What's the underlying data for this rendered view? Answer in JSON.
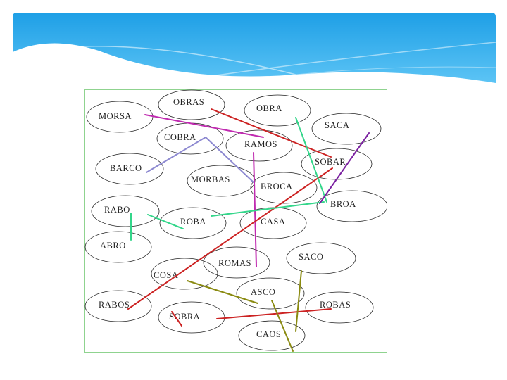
{
  "slide": {
    "banner_color": "#2aa8e8"
  },
  "words": {
    "morsa": "MORSA",
    "obras": "OBRAS",
    "obra": "OBRA",
    "saca": "SACA",
    "cobra": "COBRA",
    "ramos": "RAMOS",
    "sobar": "SOBAR",
    "barco": "BARCO",
    "morbas": "MORBAS",
    "broca": "BROCA",
    "broa": "BROA",
    "rabo": "RABO",
    "roba": "ROBA",
    "casa": "CASA",
    "abro": "ABRO",
    "saco": "SACO",
    "romas": "ROMAS",
    "cosa": "COSA",
    "asco": "ASCO",
    "rabos": "RABOS",
    "robas": "ROBAS",
    "sobra": "SOBRA",
    "caos": "CAOS"
  },
  "link_colors": {
    "magenta": "#c02ab0",
    "red": "#cc2222",
    "green": "#33d68a",
    "purple": "#7a1fa0",
    "lavender": "#8c88d0",
    "olive": "#8a8a10"
  }
}
